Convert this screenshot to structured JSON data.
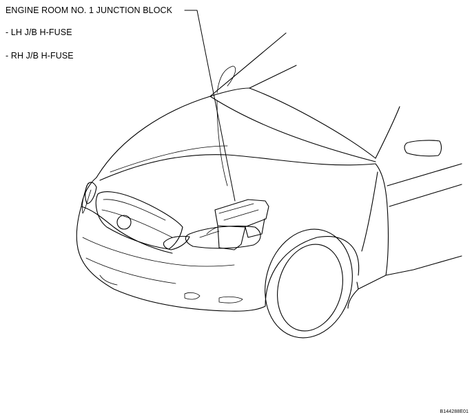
{
  "diagram": {
    "callout_title": "ENGINE ROOM NO. 1 JUNCTION BLOCK",
    "callout_items": [
      "- LH J/B H-FUSE",
      "- RH J/B H-FUSE"
    ],
    "figure_code": "B144288E01"
  }
}
